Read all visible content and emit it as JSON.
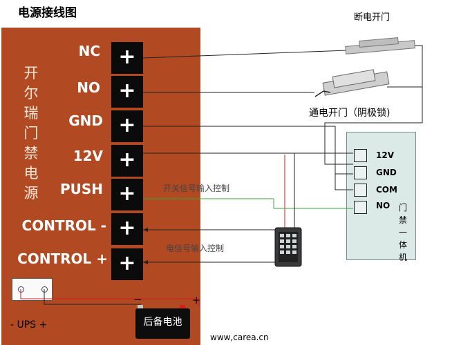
{
  "title": "电源接线图",
  "psu": {
    "brand_vertical": "开尔瑞门禁电源",
    "terminals": [
      {
        "label": "NC",
        "symbol": "+"
      },
      {
        "label": "NO",
        "symbol": "+"
      },
      {
        "label": "GND",
        "symbol": "+"
      },
      {
        "label": "12V",
        "symbol": "+"
      },
      {
        "label": "PUSH",
        "symbol": "+"
      },
      {
        "label": "CONTROL -",
        "symbol": "+"
      },
      {
        "label": "CONTROL +",
        "symbol": "+"
      }
    ]
  },
  "labels": {
    "power_off_lock": "断电开门",
    "power_on_lock": "通电开门（阴极锁)",
    "switch_signal": "开关信号输入控制",
    "electric_signal": "电信号输入控制",
    "ups": "- UPS +",
    "battery": "后备电池",
    "battery_minus": "−",
    "battery_plus": "+",
    "footer": "www,carea.cn"
  },
  "controller": {
    "terminals": [
      "12V",
      "GND",
      "COM",
      "NO"
    ],
    "vertical_text": "门禁一体机"
  },
  "colors": {
    "psu_body": "#b14a23",
    "terminal_box": "#0b0b0b",
    "wire_black": "#222222",
    "wire_red": "#d21e1e",
    "wire_green": "#3aa63a",
    "controller_bg": "#dceae7"
  }
}
